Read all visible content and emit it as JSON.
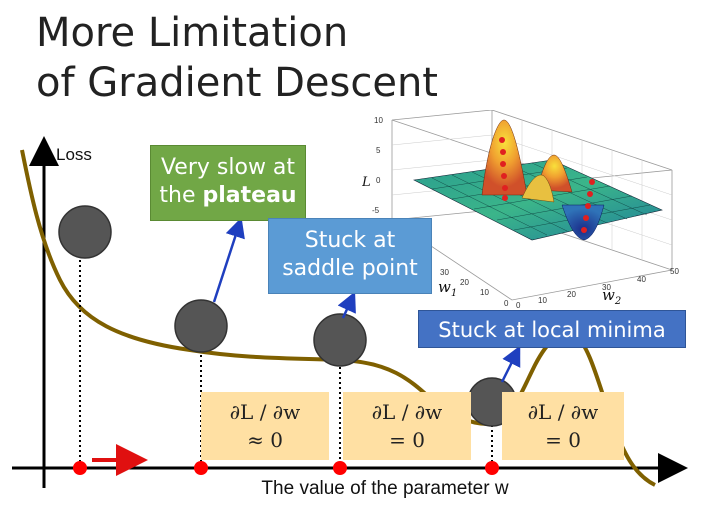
{
  "title": {
    "line1": "More Limitation",
    "line2": "of Gradient Descent"
  },
  "axes": {
    "y_label": "Loss",
    "x_label": "The value of the parameter w"
  },
  "callouts": {
    "plateau_line1": "Very slow at",
    "plateau_line2_pre": "the ",
    "plateau_line2_bold": "plateau",
    "saddle_line1": "Stuck at",
    "saddle_line2": "saddle point",
    "local": "Stuck at local minima"
  },
  "derivatives": [
    {
      "top": "∂L / ∂w",
      "bottom": "≈ 0"
    },
    {
      "top": "∂L / ∂w",
      "bottom": "= 0"
    },
    {
      "top": "∂L / ∂w",
      "bottom": "= 0"
    }
  ],
  "surface_plot": {
    "z_ticks": [
      "10",
      "5",
      "0",
      "-5"
    ],
    "w1_ticks": [
      "30",
      "20",
      "10",
      "0"
    ],
    "w2_ticks": [
      "0",
      "10",
      "20",
      "30",
      "40",
      "50"
    ],
    "z_label": "L",
    "w1_label": "w",
    "w1_sub": "1",
    "w2_label": "w",
    "w2_sub": "2"
  },
  "colors": {
    "curve": "#7f6000",
    "ball": "#555555",
    "marker": "#ff0000",
    "arrow_blue": "#1f3fbf",
    "plateau_box": "#71a746",
    "saddle_box": "#5b9bd5",
    "local_box": "#4472c4",
    "deriv_box": "#ffe0a3"
  }
}
